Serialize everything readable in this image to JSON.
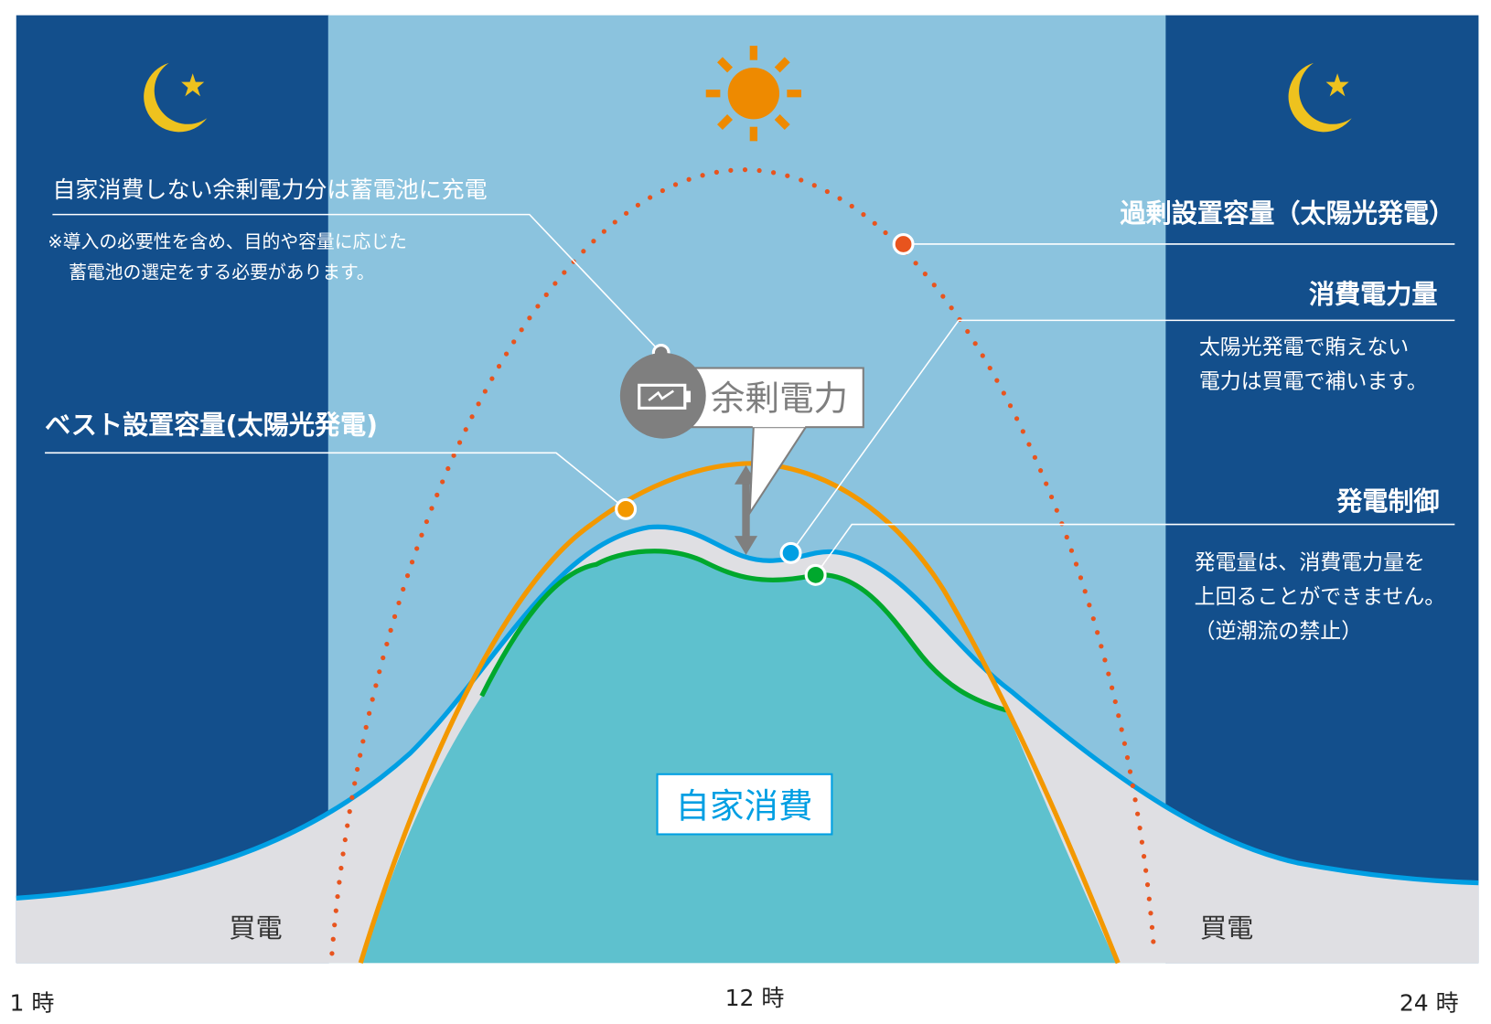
{
  "labels": {
    "surplus_charge": "自家消費しない余剰電力分は蓄電池に充電",
    "note_line1": "※導入の必要性を含め、目的や容量に応じた",
    "note_line2": "蓄電池の選定をする必要があります。",
    "best_capacity": "ベスト設置容量(太陽光発電)",
    "excess_capacity": "過剰設置容量（太陽光発電）",
    "consumption": "消費電力量",
    "consumption_desc1": "太陽光発電で賄えない",
    "consumption_desc2": "電力は買電で補います。",
    "control": "発電制御",
    "control_desc1": "発電量は、消費電力量を",
    "control_desc2": "上回ることができません。",
    "control_desc3": "（逆潮流の禁止）",
    "surplus_power": "余剰電力",
    "self_consumption": "自家消費",
    "buy_left": "買電",
    "buy_right": "買電"
  },
  "time_axis": [
    "1 時",
    "12 時",
    "24 時"
  ],
  "icons": [
    "moon-star-icon",
    "sun-icon",
    "battery-icon",
    "moon-star-icon"
  ],
  "colors": {
    "night": "#134f8c",
    "day": "#8bc3de",
    "purchase": "#dfdfe3",
    "self_consumption": "#5ec1ce",
    "consumption_line": "#009fe3",
    "best_generation": "#f39800",
    "controlled_generation": "#00a82d",
    "excess_generation": "#e8541e"
  }
}
